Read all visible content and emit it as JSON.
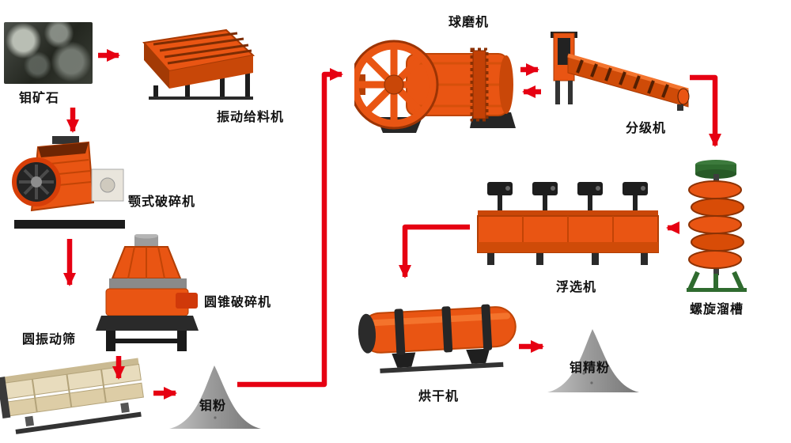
{
  "diagram": {
    "background": "#ffffff",
    "arrow_color": "#e60012",
    "equipment_primary_color": "#e95513",
    "nodes": [
      {
        "id": "ore",
        "label": "钼矿石"
      },
      {
        "id": "feeder",
        "label": "振动给料机"
      },
      {
        "id": "jaw-crusher",
        "label": "颚式破碎机"
      },
      {
        "id": "cone-crusher",
        "label": "圆锥破碎机"
      },
      {
        "id": "vibrating-screen",
        "label": "圆振动筛"
      },
      {
        "id": "moly-powder",
        "label": "钼粉"
      },
      {
        "id": "ball-mill",
        "label": "球磨机"
      },
      {
        "id": "classifier",
        "label": "分级机"
      },
      {
        "id": "spiral-chute",
        "label": "螺旋溜槽"
      },
      {
        "id": "flotation-machine",
        "label": "浮选机"
      },
      {
        "id": "dryer",
        "label": "烘干机"
      },
      {
        "id": "moly-concentrate",
        "label": "钼精粉"
      }
    ],
    "connections": [
      {
        "from": "ore",
        "to": "feeder"
      },
      {
        "from": "feeder",
        "to": "jaw-crusher"
      },
      {
        "from": "jaw-crusher",
        "to": "cone-crusher"
      },
      {
        "from": "cone-crusher",
        "to": "vibrating-screen"
      },
      {
        "from": "vibrating-screen",
        "to": "moly-powder"
      },
      {
        "from": "moly-powder",
        "to": "ball-mill"
      },
      {
        "from": "ball-mill",
        "to": "classifier"
      },
      {
        "from": "classifier",
        "to": "ball-mill"
      },
      {
        "from": "classifier",
        "to": "spiral-chute"
      },
      {
        "from": "spiral-chute",
        "to": "flotation-machine"
      },
      {
        "from": "flotation-machine",
        "to": "dryer"
      },
      {
        "from": "dryer",
        "to": "moly-concentrate"
      }
    ]
  }
}
